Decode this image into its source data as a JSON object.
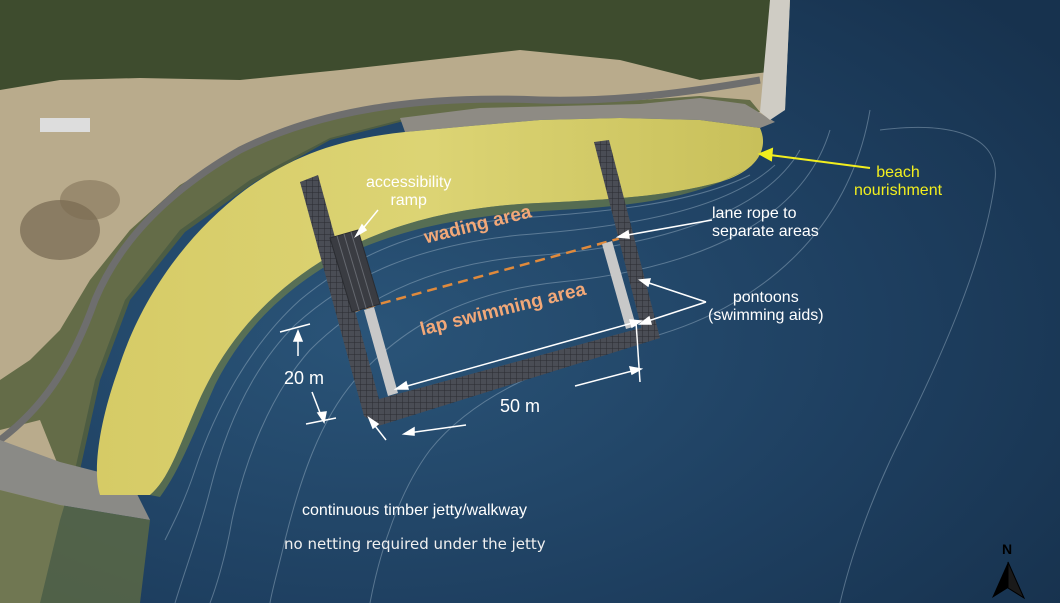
{
  "labels": {
    "accessibility_ramp": "accessibility\nramp",
    "beach_nourishment": "beach\nnourishment",
    "lane_rope": "lane rope to\nseparate areas",
    "wading_area": "wading area",
    "lap_swimming_area": "lap swimming area",
    "pontoons": "pontoons\n(swimming aids)",
    "width": "20 m",
    "length": "50 m",
    "jetty": "continuous timber jetty/walkway",
    "netting": "no netting required under the jetty"
  },
  "north_arrow": {
    "label": "N",
    "icon": "north-arrow-icon"
  },
  "colors": {
    "water": "#1e3f60",
    "sand": "#d8d06a",
    "land": "#b8a888",
    "vegetation": "#3c4a2c",
    "jetty": "#4e5158",
    "pontoon": "#c8c8c8",
    "lane_rope": "#e08a3c",
    "callout_yellow": "#f2ee1e",
    "area_label": "#f2a878"
  }
}
